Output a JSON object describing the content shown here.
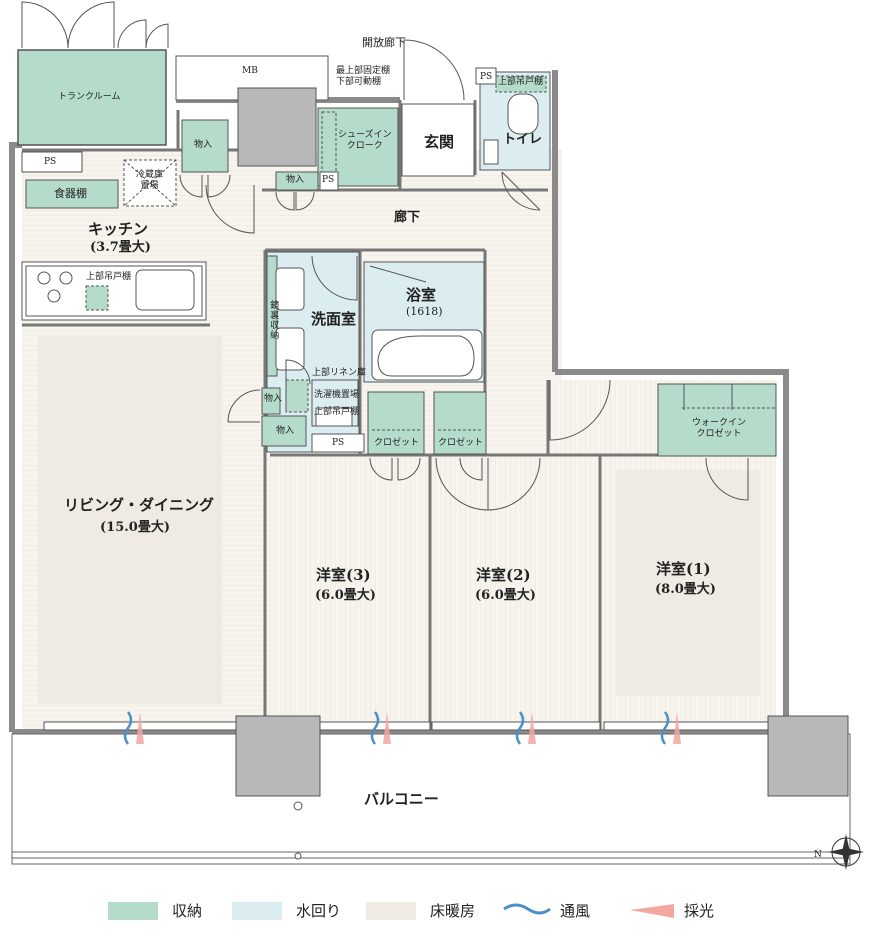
{
  "plan": {
    "colors": {
      "storage": "#b5dcca",
      "water": "#dcedf1",
      "floor_heating": "#f0ebe2",
      "wall": "#9a9a9a",
      "column": "#b8b8b8",
      "line": "#555555",
      "wind": "#4a90c8",
      "light": "#f2a7a0"
    },
    "labels": {
      "open_corridor": "開放廊下",
      "mb": "MB",
      "trunk_room": "トランクルーム",
      "ps_top_left": "PS",
      "ps_top_right": "PS",
      "upper_cabinet_toilet": "上部吊戸棚",
      "top_fixed_shelf": "最上部固定棚",
      "lower_movable_shelf": "下部可動棚",
      "shoes_in_closet": "シューズイン\nクローク",
      "entrance": "玄関",
      "toilet": "トイレ",
      "storage_1": "物入",
      "storage_2": "物入",
      "ps_small": "PS",
      "fridge": "冷蔵庫\n置場",
      "dish_shelf": "食器棚",
      "kitchen": "キッチン",
      "kitchen_size": "(3.7畳大)",
      "upper_cabinet_kitchen": "上部吊戸棚",
      "corridor": "廊下",
      "bathroom": "浴室",
      "bathroom_size": "(1618)",
      "washroom": "洗面室",
      "mirror_storage": "鏡裏収納",
      "upper_linen": "上部リネン庫",
      "washer": "洗濯機置場",
      "upper_cabinet_wash": "上部吊戸棚",
      "storage_3": "物入",
      "storage_4": "物入",
      "ps_wash": "PS",
      "closet_1": "クロゼット",
      "closet_2": "クロゼット",
      "walk_in_closet": "ウォークイン\nクロゼット",
      "living_dining": "リビング・ダイニング",
      "living_size": "(15.0畳大)",
      "room3": "洋室(3)",
      "room3_size": "(6.0畳大)",
      "room2": "洋室(2)",
      "room2_size": "(6.0畳大)",
      "room1": "洋室(1)",
      "room1_size": "(8.0畳大)",
      "balcony": "バルコニー",
      "north": "N"
    }
  },
  "legend": [
    {
      "label": "収納",
      "kind": "storage",
      "color": "#b5dcca"
    },
    {
      "label": "水回り",
      "kind": "water",
      "color": "#dcedf1"
    },
    {
      "label": "床暖房",
      "kind": "floor_heating",
      "color": "#f0ebe2"
    },
    {
      "label": "通風",
      "kind": "wind",
      "color": "#4a90c8"
    },
    {
      "label": "採光",
      "kind": "light",
      "color": "#f2a7a0"
    }
  ]
}
